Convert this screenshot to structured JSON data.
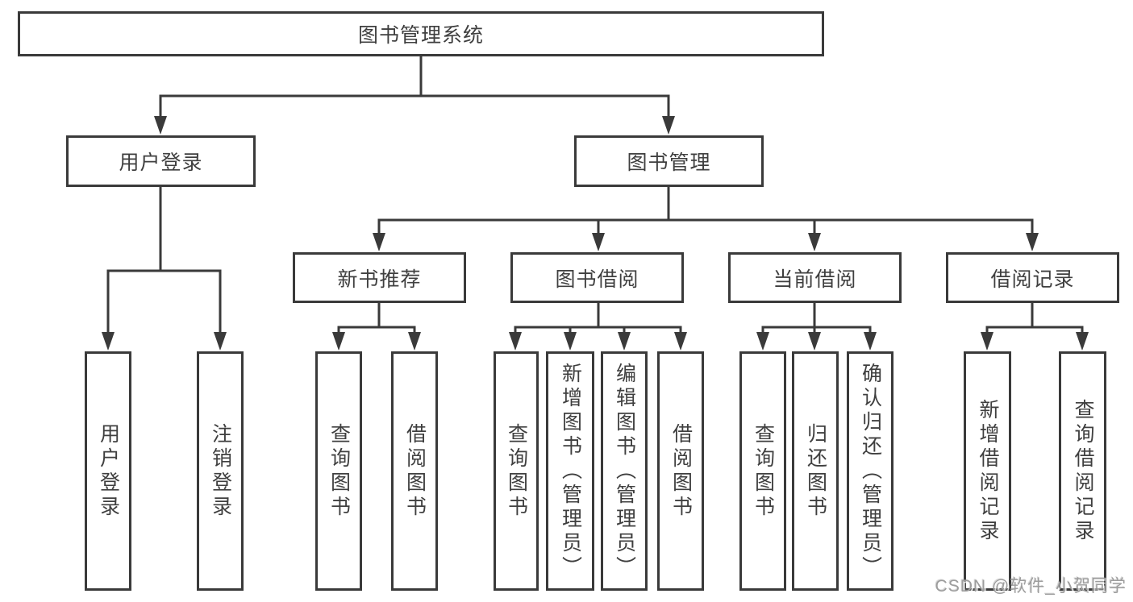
{
  "tree": {
    "label": "图书管理系统",
    "children": [
      {
        "label": "用户登录",
        "children": [
          {
            "label": "用户登录"
          },
          {
            "label": "注销登录"
          }
        ]
      },
      {
        "label": "图书管理",
        "children": [
          {
            "label": "新书推荐",
            "children": [
              {
                "label": "查询图书"
              },
              {
                "label": "借阅图书"
              }
            ]
          },
          {
            "label": "图书借阅",
            "children": [
              {
                "label": "查询图书"
              },
              {
                "label": "新增图书（管理员）"
              },
              {
                "label": "编辑图书（管理员）"
              },
              {
                "label": "借阅图书"
              }
            ]
          },
          {
            "label": "当前借阅",
            "children": [
              {
                "label": "查询图书"
              },
              {
                "label": "归还图书"
              },
              {
                "label": "确认归还（管理员）"
              }
            ]
          },
          {
            "label": "借阅记录",
            "children": [
              {
                "label": "新增借阅记录"
              },
              {
                "label": "查询借阅记录"
              }
            ]
          }
        ]
      }
    ]
  },
  "watermark": {
    "text": "CSDN @软件_小贺同学"
  },
  "colors": {
    "line": "#3a3a3a",
    "text": "#3f3f3f",
    "box_background": "#ffffff",
    "watermark": "#9d9d9d",
    "background": "#ffffff"
  }
}
